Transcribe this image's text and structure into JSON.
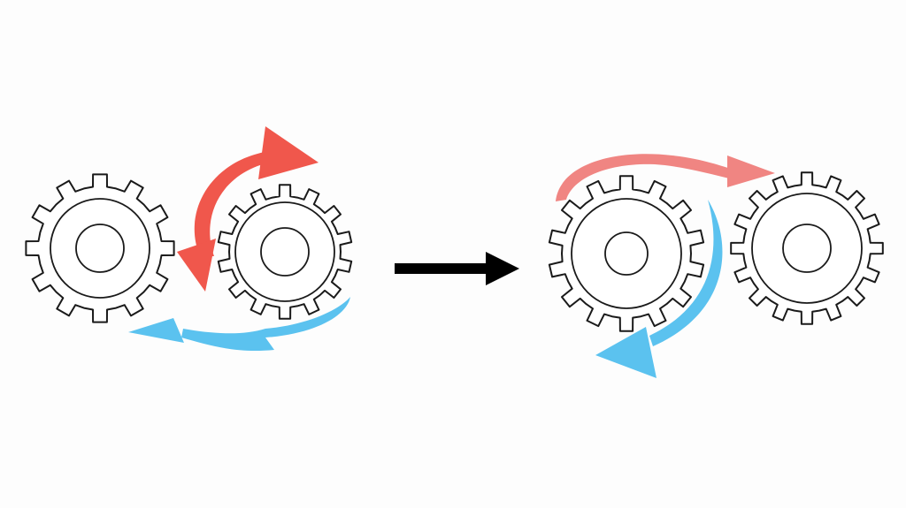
{
  "diagram": {
    "colors": {
      "background": "#fdfdfd",
      "gear_stroke": "#1a1a1a",
      "arrow_red": "#f0574c",
      "arrow_red_faded": "#f08582",
      "arrow_blue": "#5bc2ef",
      "arrow_black": "#000000"
    },
    "panels": [
      {
        "gears": [
          {
            "name": "left-gear",
            "teeth": 12
          },
          {
            "name": "right-gear",
            "teeth": 14
          }
        ],
        "arrows": [
          {
            "name": "red-bidirectional-arrow",
            "color": "arrow_red",
            "direction": "both"
          },
          {
            "name": "blue-curved-arrow",
            "color": "arrow_blue",
            "direction": "toward-left"
          }
        ]
      },
      {
        "gears": [
          {
            "name": "left-gear",
            "teeth": 14
          },
          {
            "name": "right-gear",
            "teeth": 16
          }
        ],
        "arrows": [
          {
            "name": "red-curved-arrow",
            "color": "arrow_red_faded",
            "direction": "toward-right"
          },
          {
            "name": "blue-curved-arrow",
            "color": "arrow_blue",
            "direction": "down-left"
          }
        ]
      }
    ],
    "transition_arrow": {
      "color": "arrow_black",
      "direction": "right"
    }
  }
}
